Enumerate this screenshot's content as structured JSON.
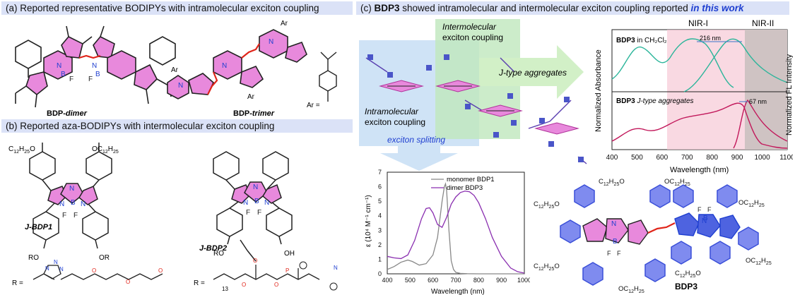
{
  "panel_a": {
    "header": "(a) Reported representative BODIPYs with intramolecular exciton coupling",
    "dimer_label": "BDP-",
    "dimer_label_it": "dimer",
    "trimer_label": "BDP-",
    "trimer_label_it": "trimer",
    "ar": "Ar",
    "ar_eq": "Ar ="
  },
  "panel_b": {
    "header": "(b) Reported aza-BODIPYs with intermolecular exciton coupling",
    "jbdp1": "J-BDP1",
    "jbdp2": "J-BDP2",
    "oc12": "OC",
    "c12": "C",
    "ro": "RO",
    "or": "OR",
    "oh": "OH",
    "r_eq": "R =",
    "n13": "13"
  },
  "panel_c": {
    "header_bold": "BDP3",
    "header_pre": "(c) ",
    "header_mid": " showed intramolecular and intermolecular exciton coupling reported ",
    "header_em": "in this work",
    "inter_label": "Intermolecular",
    "inter_label2": "exciton coupling",
    "jtype": "J-type aggregates",
    "intra_label": "Intramolecular",
    "intra_label2": "exciton coupling",
    "splitting": "exciton splitting",
    "bdp3_name": "BDP3"
  },
  "spectra_chart": {
    "nir1": "NIR-I",
    "nir2": "NIR-II",
    "top_label_bold": "BDP3",
    "top_label_rest": " in CH₂Cl₂",
    "bottom_label_bold": "BDP3",
    "bottom_label_rest": " J-type aggregates",
    "shift_top": "216 nm",
    "shift_bottom": "67 nm",
    "ylabel_left": "Normalized Absorbance",
    "ylabel_right": "Normalized FL Intensity",
    "xlabel": "Wavelength (nm)",
    "xticks": [
      "400",
      "500",
      "600",
      "700",
      "800",
      "900",
      "1000",
      "1100"
    ]
  },
  "chart_data": {
    "type": "line",
    "xlabel": "Wavelength (nm)",
    "ylabel": "ε (10⁴ M⁻¹ cm⁻¹)",
    "xlim": [
      400,
      1000
    ],
    "ylim": [
      0,
      7
    ],
    "xticks": [
      "400",
      "500",
      "600",
      "700",
      "800",
      "900",
      "1000"
    ],
    "yticks": [
      "0",
      "1",
      "2",
      "3",
      "4",
      "5",
      "6",
      "7"
    ],
    "legend": [
      "monomer BDP1",
      "dimer BDP3"
    ],
    "series": [
      {
        "name": "monomer BDP1",
        "color": "#888888",
        "x": [
          400,
          430,
          460,
          490,
          510,
          540,
          570,
          600,
          620,
          640,
          650,
          655,
          660,
          670,
          680,
          690,
          700,
          720,
          750,
          800,
          900,
          1000
        ],
        "y": [
          0.3,
          0.5,
          0.8,
          0.95,
          0.85,
          0.6,
          0.7,
          1.3,
          2.5,
          5.0,
          6.0,
          6.2,
          5.7,
          3.0,
          0.9,
          0.3,
          0.1,
          0.03,
          0.01,
          0,
          0,
          0
        ]
      },
      {
        "name": "dimer BDP3",
        "color": "#8a2fb0",
        "x": [
          400,
          430,
          460,
          490,
          520,
          550,
          570,
          585,
          600,
          620,
          640,
          660,
          680,
          700,
          720,
          740,
          760,
          780,
          800,
          830,
          860,
          900,
          940,
          970,
          1000
        ],
        "y": [
          1.2,
          1.1,
          1.05,
          1.3,
          2.3,
          3.8,
          4.5,
          4.55,
          4.2,
          3.4,
          3.2,
          3.9,
          4.8,
          5.3,
          5.6,
          5.7,
          5.65,
          5.4,
          4.9,
          3.8,
          2.5,
          1.2,
          0.4,
          0.15,
          0.05
        ]
      }
    ]
  }
}
